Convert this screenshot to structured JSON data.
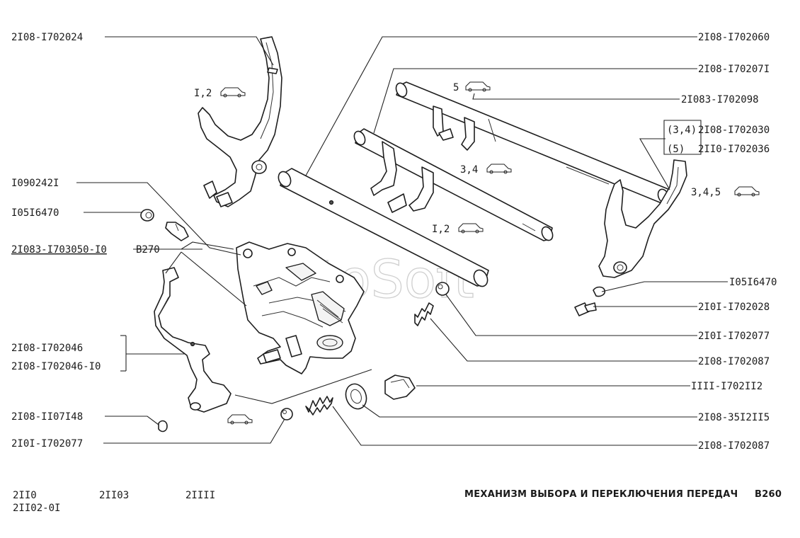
{
  "watermark": "AutoSoft",
  "labels": {
    "l_2108_1702024": "2I08-I702024",
    "l_1090242i": "I090242I",
    "l_1051_6470_left": "I05I6470",
    "l_21083_1703050": "2I083-I703050-I0",
    "l_b270": "B270",
    "l_2108_1702046": "2I08-I702046",
    "l_2108_1702046_10": "2I08-I702046-I0",
    "l_2108_1107148": "2I08-II07I48",
    "l_2101_1702077_left": "2I0I-I702077",
    "r_2108_1702060": "2I08-I702060",
    "r_2108_1702071": "2I08-I70207I",
    "r_21083_1702098": "2I083-I702098",
    "r_34_prefix": "(3,4)",
    "r_2108_1702030": "2I08-I702030",
    "r_5_prefix": "(5)",
    "r_2110_1702036": "2II0-I702036",
    "r_1051_6470": "I05I6470",
    "r_2101_1702028": "2I0I-I702028",
    "r_2101_1702077": "2I0I-I702077",
    "r_2108_1702087_a": "2I08-I702087",
    "r_1111_1702112": "IIII-I702II2",
    "r_2108_3512115": "2I08-35I2II5",
    "r_2108_1702087_b": "2I08-I702087"
  },
  "gear_tags": {
    "g_12_top": "I,2",
    "g_5": "5",
    "g_34": "3,4",
    "g_345": "3,4,5",
    "g_12_mid": "I,2"
  },
  "footer": {
    "model_2110": "2II0",
    "model_21102": "2II02-0I",
    "model_21103": "2II03",
    "model_21111": "2IIII",
    "title": "МЕХАНИЗМ ВЫБОРА И ПЕРЕКЛЮЧЕНИЯ ПЕРЕДАЧ",
    "page_code": "B260"
  },
  "icons": {
    "car": "car-icon"
  }
}
